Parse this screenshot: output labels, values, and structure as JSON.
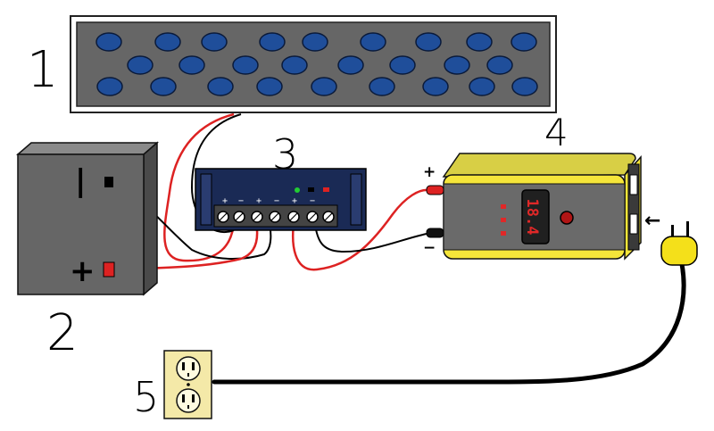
{
  "labels": {
    "panel": "1",
    "battery": "2",
    "controller": "3",
    "inverter": "4",
    "outlet": "5"
  },
  "battery": {
    "neg_symbol": "|",
    "pos_symbol": "+"
  },
  "controller": {
    "terminal_signs": [
      "+",
      "−",
      "+",
      "−",
      "+",
      "−"
    ]
  },
  "inverter": {
    "pos_symbol": "+",
    "neg_symbol": "−",
    "display_value": "18.4",
    "input_arrow": "←"
  },
  "colors": {
    "panel_frame": "#666666",
    "panel_cells": "#1f4e9a",
    "battery_body": "#666666",
    "controller_body": "#1a2a55",
    "inverter_body": "#6a6a6a",
    "inverter_trim": "#f5e53a",
    "wire_red": "#dd2222",
    "wire_black": "#000000",
    "outlet_plate": "#f4e9a8"
  }
}
